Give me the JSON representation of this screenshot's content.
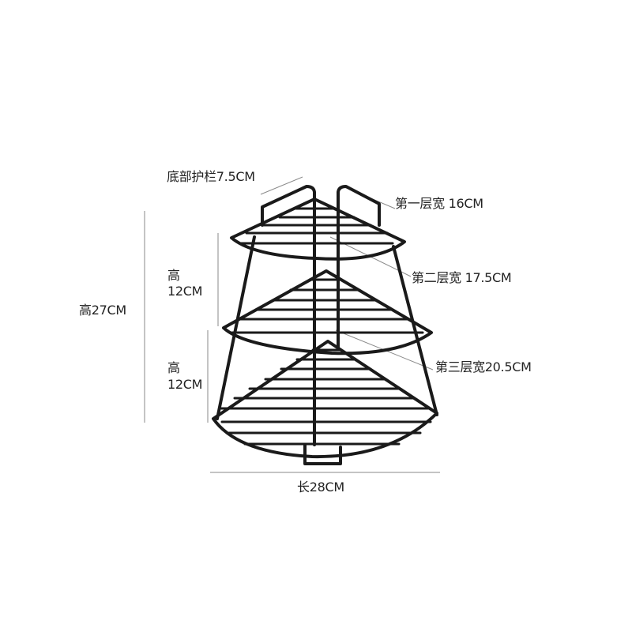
{
  "labels": {
    "guard": "底部护栏7.5CM",
    "tier1": "第一层宽 16CM",
    "tier2": "第二层宽 17.5CM",
    "tier3": "第三层宽20.5CM",
    "total_height": "高27CM",
    "h_upper_1": "高",
    "h_upper_2": "12CM",
    "h_lower_1": "高",
    "h_lower_2": "12CM",
    "length": "长28CM"
  },
  "colors": {
    "wire": "#1a1a1a",
    "dimension_line": "#8a8a8a",
    "text": "#222222",
    "background": "#ffffff"
  }
}
